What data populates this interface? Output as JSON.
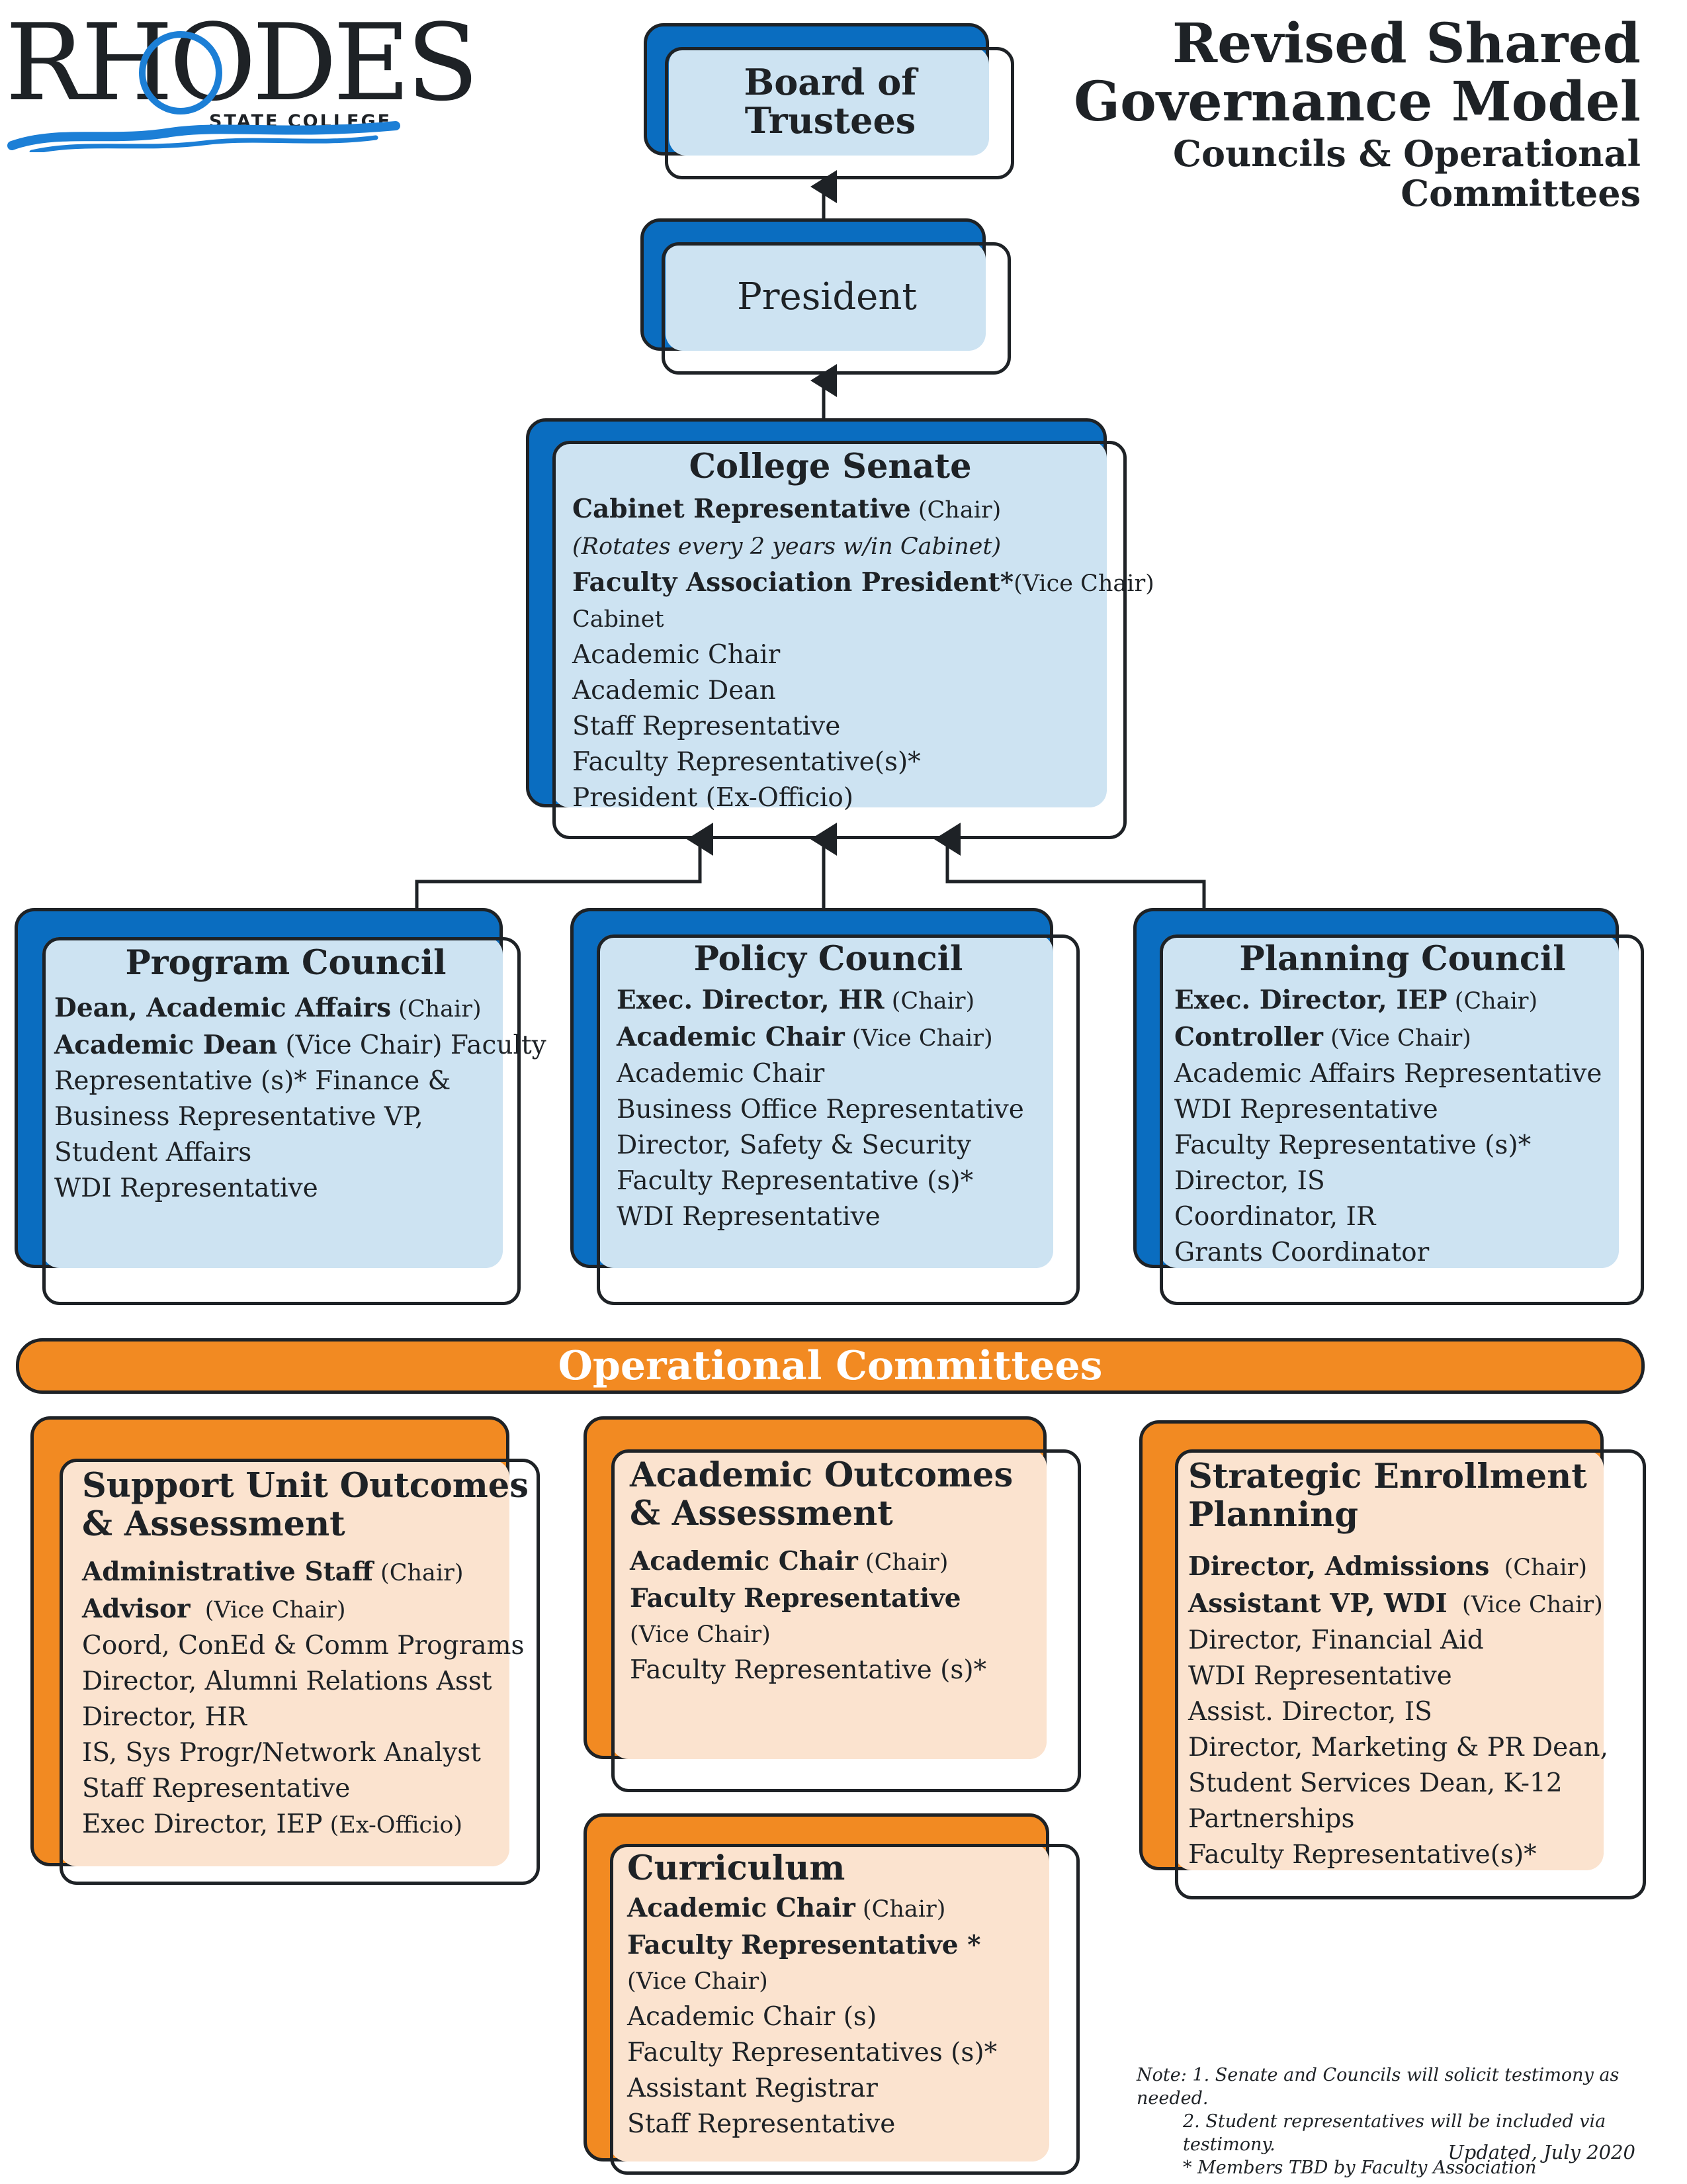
{
  "logo": {
    "name": "RHODES",
    "sub": "STATE COLLEGE"
  },
  "header": {
    "title_1": "Revised Shared",
    "title_2": "Governance Model",
    "subtitle_1": "Councils & Operational",
    "subtitle_2": "Committees"
  },
  "board": {
    "title": "Board of Trustees"
  },
  "president": {
    "title": "President"
  },
  "senate": {
    "title": "College Senate",
    "l1_b": "Cabinet Representative",
    "l1_r": " (Chair)",
    "l2": "(Rotates every 2 years w/in Cabinet)",
    "l3_b": "Faculty Association President*",
    "l3_r": "(Vice Chair)",
    "l4": "Cabinet",
    "l5": "Academic Chair",
    "l6": "Academic Dean",
    "l7": "Staff Representative",
    "l8": "Faculty Representative(s)*",
    "l9": "President (Ex-Officio)"
  },
  "program": {
    "title": "Program Council",
    "l1_b": "Dean, Academic Affairs",
    "l1_r": " (Chair)",
    "l2_b": "Academic Dean",
    "l2_r": " (Vice Chair) Faculty",
    "l3": "Representative (s)* Finance &",
    "l4": "Business Representative VP,",
    "l5": "Student Affairs",
    "l6": "WDI Representative"
  },
  "policy": {
    "title": "Policy Council",
    "l1_b": "Exec. Director, HR",
    "l1_r": " (Chair)",
    "l2_b": "Academic Chair",
    "l2_r": " (Vice Chair)",
    "l3": "Academic Chair",
    "l4": "Business Office Representative",
    "l5": "Director, Safety & Security",
    "l6": "Faculty Representative (s)*",
    "l7": "WDI Representative"
  },
  "planning": {
    "title": "Planning Council",
    "l1_b": "Exec. Director, IEP",
    "l1_r": " (Chair)",
    "l2_b": "Controller",
    "l2_r": " (Vice Chair)",
    "l3": "Academic Affairs Representative",
    "l4": "WDI Representative",
    "l5": "Faculty Representative (s)*",
    "l6": "Director, IS",
    "l7": "Coordinator, IR",
    "l8": "Grants Coordinator"
  },
  "operational": {
    "title": "Operational Committees"
  },
  "support": {
    "title_1": "Support Unit Outcomes",
    "title_2": "& Assessment",
    "l1_b": "Administrative Staff",
    "l1_r": " (Chair)",
    "l2_b": "Advisor",
    "l2_r": "  (Vice Chair)",
    "l3": "Coord, ConEd & Comm Programs",
    "l4": "Director, Alumni Relations Asst",
    "l5": "Director, HR",
    "l6": "IS, Sys Progr/Network Analyst",
    "l7": "Staff Representative",
    "l8_a": "Exec Director, IEP",
    "l8_r": " (Ex-Officio)"
  },
  "academic": {
    "title_1": "Academic Outcomes",
    "title_2": "& Assessment",
    "l1_b": "Academic Chair",
    "l1_r": " (Chair)",
    "l2_b": "Faculty Representative",
    "l3": "(Vice Chair)",
    "l4": "Faculty Representative (s)*"
  },
  "strategic": {
    "title_1": "Strategic Enrollment",
    "title_2": "Planning",
    "l1_b": "Director, Admissions",
    "l1_r": "  (Chair)",
    "l2_b": "Assistant VP, WDI",
    "l2_r": "  (Vice Chair)",
    "l3": "Director, Financial Aid",
    "l4": "WDI Representative",
    "l5": "Assist. Director, IS",
    "l6": "Director, Marketing & PR Dean,",
    "l7": "Student Services Dean, K-12",
    "l8": "Partnerships",
    "l9": "Faculty Representative(s)*"
  },
  "curriculum": {
    "title": "Curriculum",
    "l1_b": "Academic Chair",
    "l1_r": " (Chair)",
    "l2_b": "Faculty Representative *",
    "l3": "(Vice Chair)",
    "l4": "Academic Chair (s)",
    "l5": "Faculty Representatives (s)*",
    "l6": "Assistant Registrar",
    "l7": "Staff Representative"
  },
  "note": {
    "l1": "Note: 1. Senate and Councils will solicit testimony as needed.",
    "l2": "2. Student representatives will be included via testimony.",
    "l3": "* Members TBD by Faculty Association",
    "updated": "Updated, July 2020"
  }
}
